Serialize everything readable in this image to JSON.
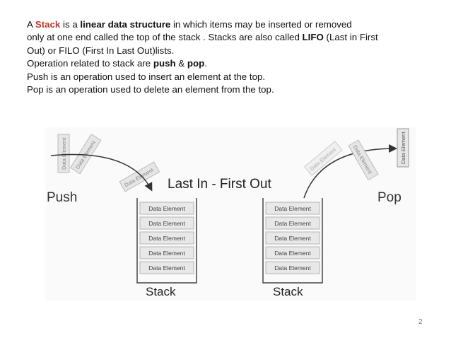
{
  "paragraph": {
    "l1_a": "A ",
    "l1_stack": "Stack",
    "l1_b": " is a ",
    "l1_lds": "linear data structure",
    "l1_c": " in which items may be inserted or removed",
    "l2": "only at one end called the top of the stack . Stacks are also called ",
    "l2_lifo": "LIFO",
    "l2_b": " (Last in First",
    "l3": "Out) or FILO (First In Last Out)lists.",
    "l4_a": "Operation related to stack are  ",
    "l4_push": "push",
    "l4_b": " & ",
    "l4_pop": "pop",
    "l4_c": ".",
    "l5": "Push is an operation used to insert an element at the top.",
    "l6": "Pop is an operation used to delete an element  from the top."
  },
  "figure": {
    "title": "Last In - First Out",
    "push_label": "Push",
    "pop_label": "Pop",
    "element_label": "Data Element",
    "stack_label": "Stack",
    "left_stack": [
      "Data Element",
      "Data Element",
      "Data Element",
      "Data Element",
      "Data Element"
    ],
    "right_stack": [
      "Data Element",
      "Data Element",
      "Data Element",
      "Data Element",
      "Data Element"
    ]
  },
  "page_number": "2"
}
